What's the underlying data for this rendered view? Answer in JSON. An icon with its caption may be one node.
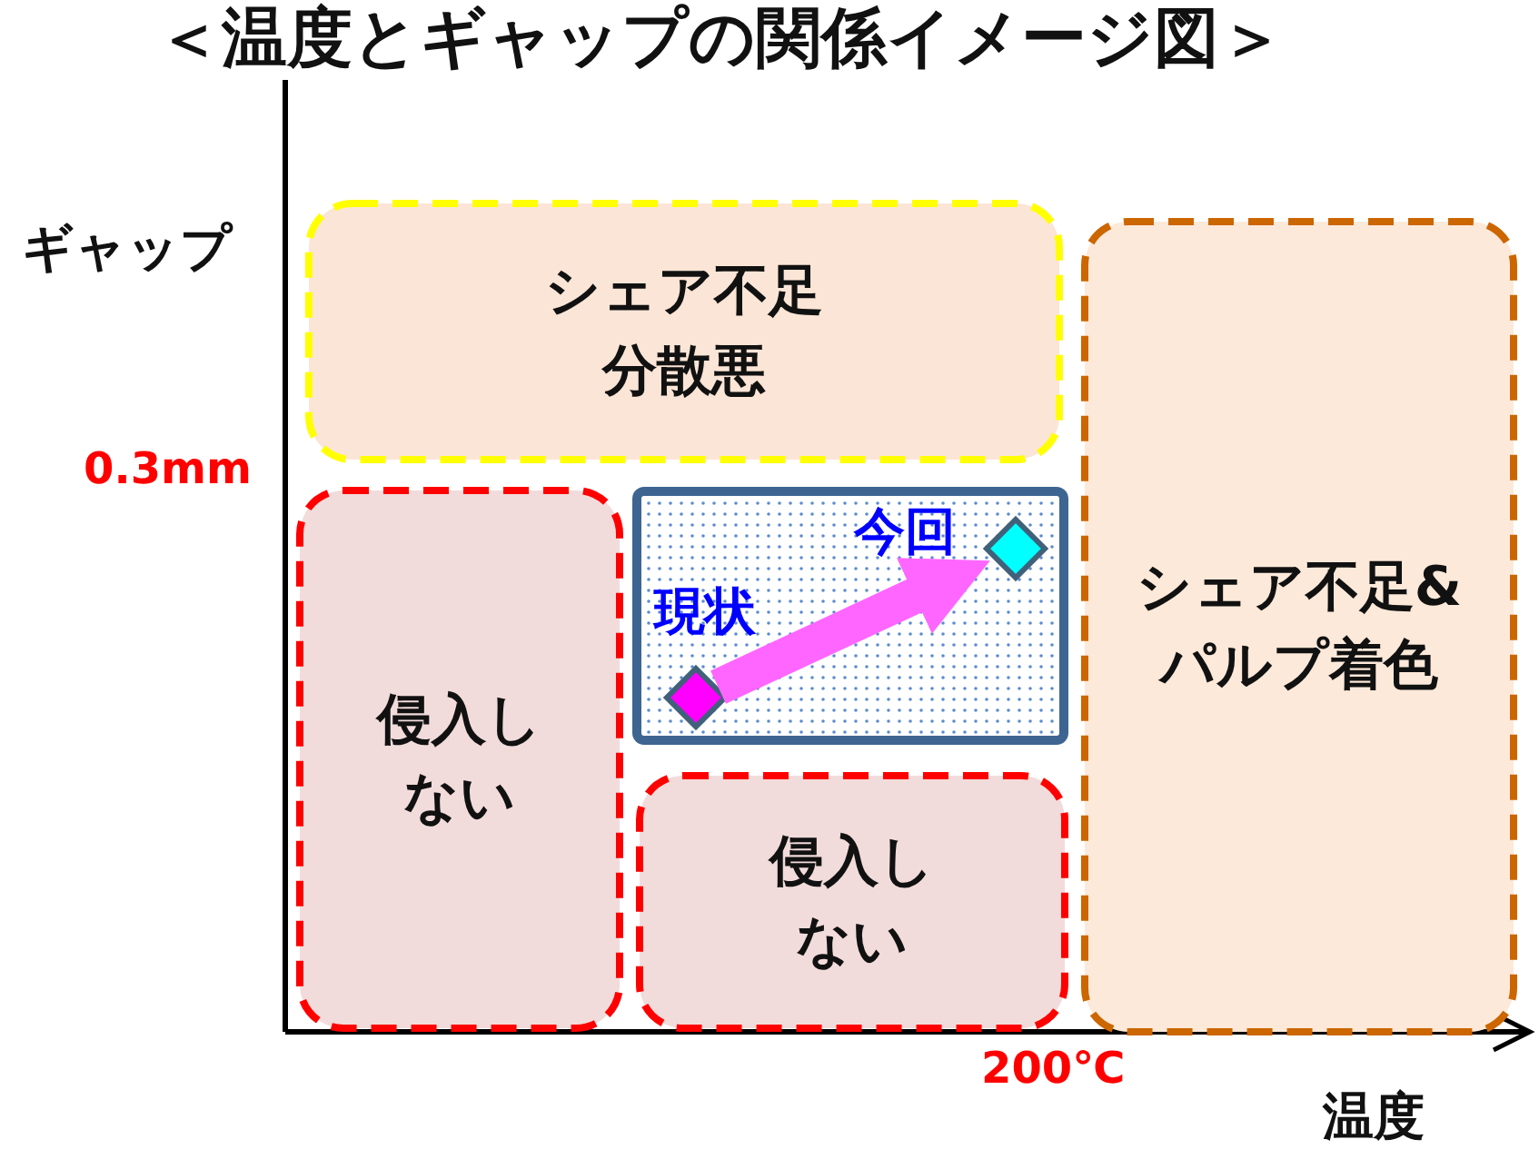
{
  "diagram": {
    "title": "＜温度とギャップの関係イメージ図＞",
    "nodes": [
      {
        "text": [
          "シェア不足分散悪"
        ]
      },
      {
        "text": [
          "シェア不足&パルプ着色"
        ]
      },
      {
        "text": [
          "侵入しない"
        ]
      },
      {
        "text": [],
        "shape": "box"
      },
      {
        "text": [],
        "shape": "diamond",
        "in": 3,
        "beside": [
          "現状"
        ]
      },
      {
        "text": [],
        "shape": "diamond",
        "in": 3,
        "beside": [
          "今回"
        ]
      },
      {
        "text": [
          "侵入しない"
        ]
      }
    ],
    "edges": [
      {
        "from": 4,
        "to": 5,
        "arrow": "to",
        "color": "#ff66ff"
      }
    ],
    "labels": [
      "ギャップ",
      "0.3mm",
      "200℃",
      "温度"
    ]
  }
}
